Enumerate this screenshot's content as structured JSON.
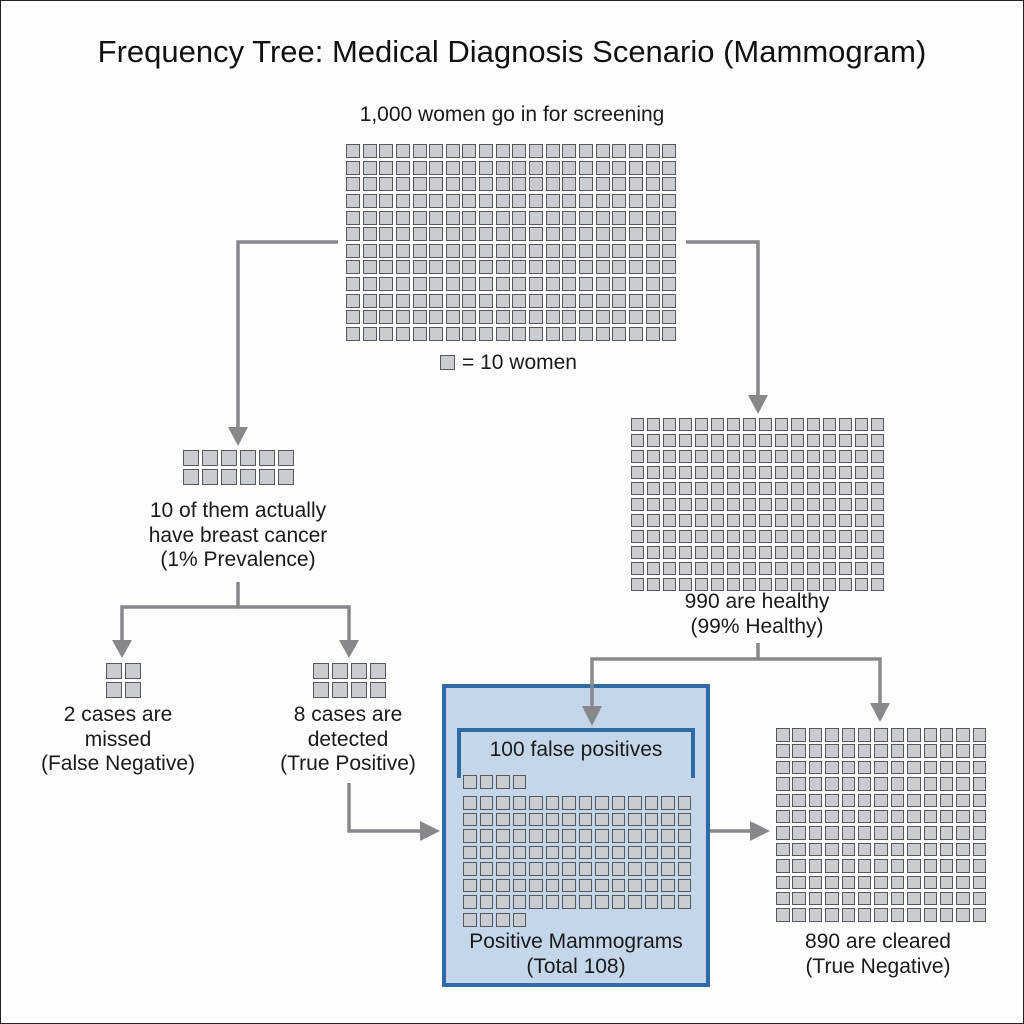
{
  "title": "Frequency Tree: Medical Diagnosis Scenario (Mammogram)",
  "colors": {
    "square_fill": "#c9ccd0",
    "square_border": "#55585c",
    "arrow": "#86888c",
    "highlight_border": "#2f6aa6",
    "highlight_fill": "#c5d6ea"
  },
  "root": {
    "label": "1,000 women go in for screening",
    "count": 1000,
    "grid": {
      "cols": 20,
      "rows": 12
    },
    "legend": "= 10 women",
    "legend_icon": "square-icon"
  },
  "cancer": {
    "lines": [
      "10 of them actually",
      "have breast cancer",
      "(1% Prevalence)"
    ],
    "count": 10,
    "grid": {
      "cols": 6,
      "rows": 2
    }
  },
  "healthy": {
    "lines": [
      "990 are healthy",
      "(99% Healthy)"
    ],
    "count": 990,
    "grid": {
      "cols": 16,
      "rows": 11
    }
  },
  "false_negative": {
    "lines": [
      "2 cases are",
      "missed",
      "(False Negative)"
    ],
    "count": 2,
    "grid": {
      "cols": 2,
      "rows": 2
    }
  },
  "true_positive": {
    "lines": [
      "8 cases are",
      "detected",
      "(True Positive)"
    ],
    "count": 8,
    "grid": {
      "cols": 4,
      "rows": 2
    }
  },
  "false_positive": {
    "label": "100 false positives",
    "count": 100
  },
  "positive_total": {
    "lines": [
      "Positive Mammograms",
      "(Total 108)"
    ],
    "count": 108,
    "top_row": 4,
    "grid": {
      "cols": 14,
      "rows": 7
    },
    "bottom_row": 4
  },
  "true_negative": {
    "lines": [
      "890 are cleared",
      "(True Negative)"
    ],
    "count": 890,
    "grid": {
      "cols": 13,
      "rows": 12
    }
  }
}
